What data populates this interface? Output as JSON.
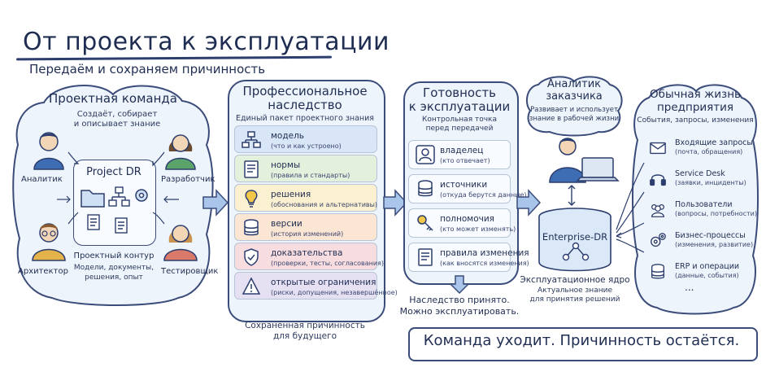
{
  "title": "От проекта к эксплуатации",
  "subtitle": "Передаём и сохраняем причинность",
  "team": {
    "heading": "Проектная команда",
    "desc": "Создаёт, собирает\nи описывает знание",
    "center": "Project DR",
    "roles": {
      "analyst": "Аналитик",
      "developer": "Разработчик",
      "architect": "Архитектор",
      "tester": "Тестировщик"
    },
    "contour_title": "Проектный контур",
    "contour_desc": "Модели, документы,\nрешения, опыт"
  },
  "heritage": {
    "heading": "Профессиональное\nнаследство",
    "sub": "Единый пакет проектного знания",
    "items": [
      {
        "label": "модель",
        "desc": "(что и как устроено)",
        "icon": "hierarchy-icon",
        "color": "#d9e6f7"
      },
      {
        "label": "нормы",
        "desc": "(правила и стандарты)",
        "icon": "document-icon",
        "color": "#e3f0dc"
      },
      {
        "label": "решения",
        "desc": "(обоснования и альтернативы)",
        "icon": "lightbulb-icon",
        "color": "#fbf0cf"
      },
      {
        "label": "версии",
        "desc": "(история изменений)",
        "icon": "database-icon",
        "color": "#fbe5d3"
      },
      {
        "label": "доказательства",
        "desc": "(проверки, тесты, согласования)",
        "icon": "shield-icon",
        "color": "#f7dde0"
      },
      {
        "label": "открытые ограничения",
        "desc": "(риски, допущения, незавершённое)",
        "icon": "warning-icon",
        "color": "#e6e0f3"
      }
    ],
    "footer": "Сохранённая причинность\nдля будущего"
  },
  "readiness": {
    "heading": "Готовность\nк эксплуатации",
    "sub": "Контрольная точка\nперед передачей",
    "items": [
      {
        "label": "владелец",
        "desc": "(кто отвечает)",
        "icon": "person-icon"
      },
      {
        "label": "источники",
        "desc": "(откуда берутся данные)",
        "icon": "database-icon"
      },
      {
        "label": "полномочия",
        "desc": "(кто может изменять)",
        "icon": "key-icon"
      },
      {
        "label": "правила изменения",
        "desc": "(как вносятся изменения)",
        "icon": "checklist-icon"
      }
    ],
    "footer": "Наследство принято.\nМожно эксплуатировать."
  },
  "customer": {
    "heading": "Аналитик\nзаказчика",
    "desc": "Развивает и использует\nзнание в рабочей жизни"
  },
  "core": {
    "label": "Enterprise-DR",
    "title": "Эксплуатационное ядро",
    "desc": "Актуальное знание\nдля принятия решений"
  },
  "life": {
    "heading": "Обычная жизнь\nпредприятия",
    "sub": "События, запросы, изменения",
    "items": [
      {
        "label": "Входящие запросы",
        "desc": "(почта, обращения)",
        "icon": "mail-icon"
      },
      {
        "label": "Service Desk",
        "desc": "(заявки, инциденты)",
        "icon": "headset-icon"
      },
      {
        "label": "Пользователи",
        "desc": "(вопросы, потребности)",
        "icon": "users-icon"
      },
      {
        "label": "Бизнес-процессы",
        "desc": "(изменения, развитие)",
        "icon": "gears-icon"
      },
      {
        "label": "ERP и операции",
        "desc": "(данные, события)",
        "icon": "database-icon"
      }
    ],
    "more": "..."
  },
  "slogan": "Команда уходит. Причинность остаётся.",
  "colors": {
    "ink": "#1f2d52",
    "panel": "#eef4fb",
    "arrow": "#a9c6ea"
  }
}
